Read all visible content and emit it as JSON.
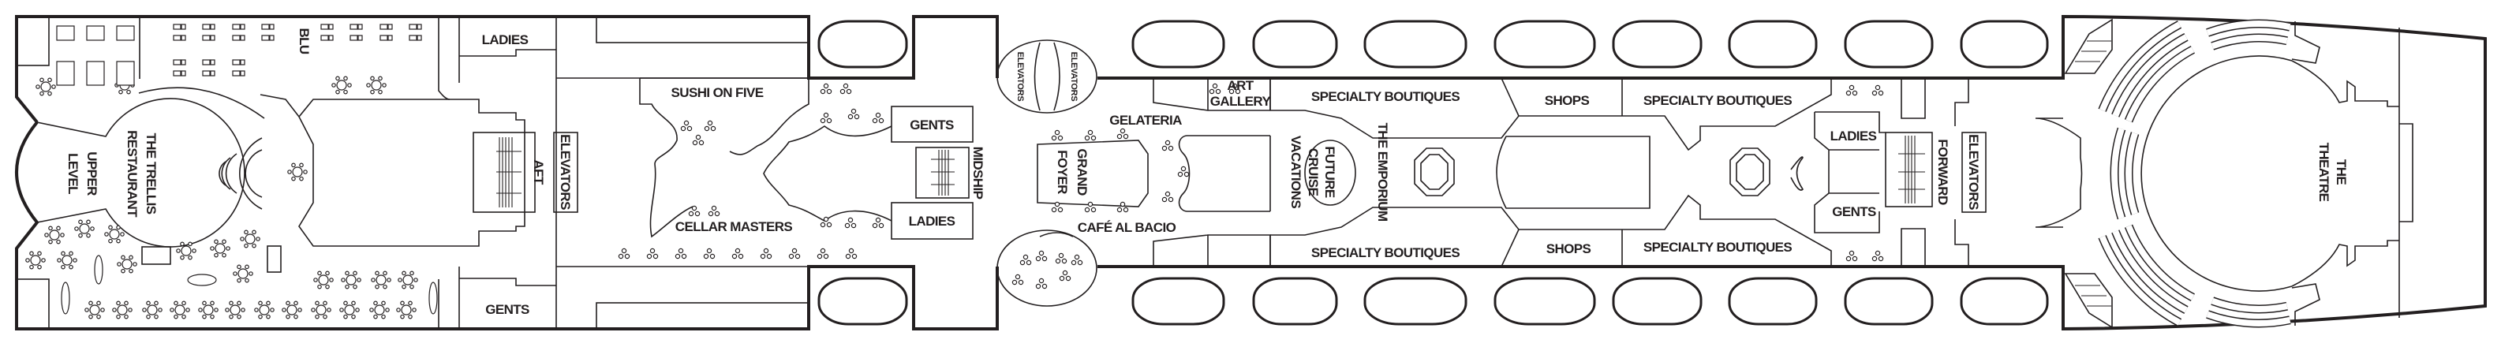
{
  "deck_plan": {
    "colors": {
      "line": "#231f20",
      "background": "#ffffff"
    },
    "aft": {
      "ladies": "LADIES",
      "gents": "GENTS",
      "blu": "BLU",
      "trellis_line1": "THE TRELLIS",
      "trellis_line2": "RESTAURANT",
      "upper_line1": "UPPER",
      "upper_line2": "LEVEL",
      "stairs": "AFT",
      "elevators": "ELEVATORS"
    },
    "midship": {
      "sushi": "SUSHI ON FIVE",
      "cellar": "CELLAR MASTERS",
      "gents": "GENTS",
      "ladies": "LADIES",
      "stairs": "MIDSHIP",
      "elevators_left": "ELEVATORS",
      "elevators_right": "ELEVATORS",
      "art_line1": "ART",
      "art_line2": "GALLERY",
      "gelateria": "GELATERIA",
      "foyer_line1": "GRAND",
      "foyer_line2": "FOYER",
      "cafe": "CAFÉ AL BACIO"
    },
    "shops": {
      "boutiques_port_aft": "SPECIALTY BOUTIQUES",
      "boutiques_port_fwd": "SPECIALTY BOUTIQUES",
      "boutiques_stbd_aft": "SPECIALTY BOUTIQUES",
      "boutiques_stbd_fwd": "SPECIALTY BOUTIQUES",
      "shops_port": "SHOPS",
      "shops_stbd": "SHOPS",
      "emporium": "THE EMPORIUM",
      "future_line1": "FUTURE",
      "future_line2": "CRUISE",
      "future_line3": "VACATIONS"
    },
    "forward": {
      "ladies": "LADIES",
      "gents": "GENTS",
      "stairs": "FORWARD",
      "elevators": "ELEVATORS",
      "theatre_line1": "THE",
      "theatre_line2": "THEATRE"
    }
  }
}
